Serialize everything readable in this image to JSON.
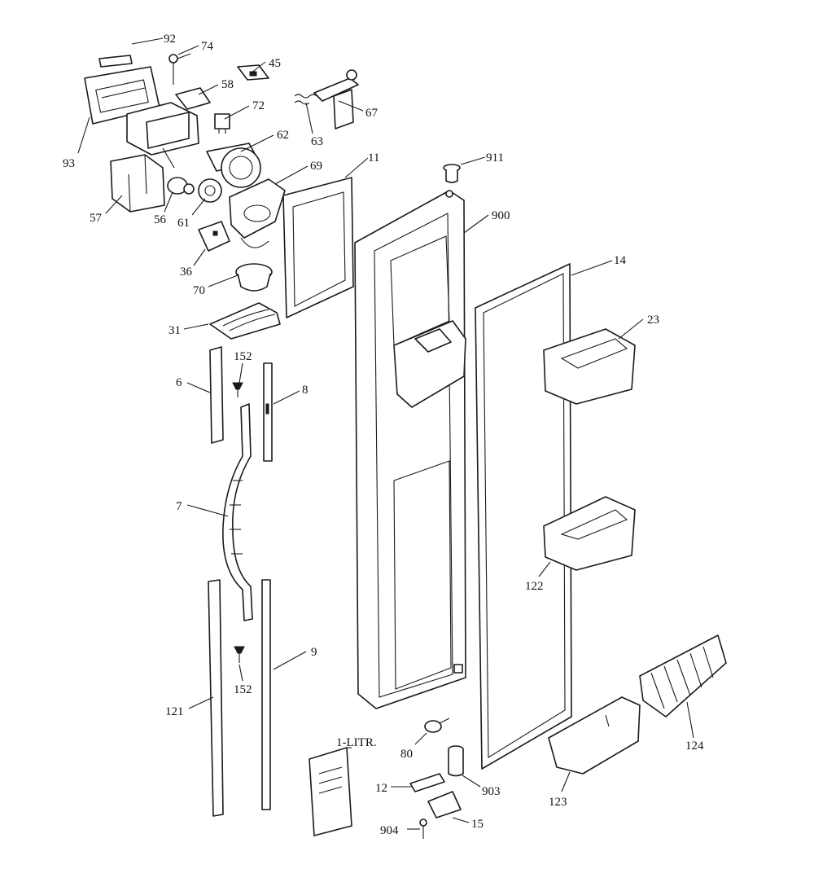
{
  "diagram": {
    "labels": {
      "l92": "92",
      "l74": "74",
      "l45": "45",
      "l58": "58",
      "l72": "72",
      "l63": "63",
      "l67": "67",
      "l62": "62",
      "l11": "11",
      "l911": "911",
      "l93": "93",
      "l69": "69",
      "l900": "900",
      "l57": "57",
      "l56": "56",
      "l61": "61",
      "l36": "36",
      "l14": "14",
      "l70": "70",
      "l23": "23",
      "l31": "31",
      "l152a": "152",
      "l6": "6",
      "l8": "8",
      "l7": "7",
      "l122": "122",
      "l9": "9",
      "l152b": "152",
      "l121": "121",
      "l124": "124",
      "l1litr": "1-LITR.",
      "l80": "80",
      "l12": "12",
      "l903": "903",
      "l123": "123",
      "l904": "904",
      "l15": "15"
    }
  }
}
